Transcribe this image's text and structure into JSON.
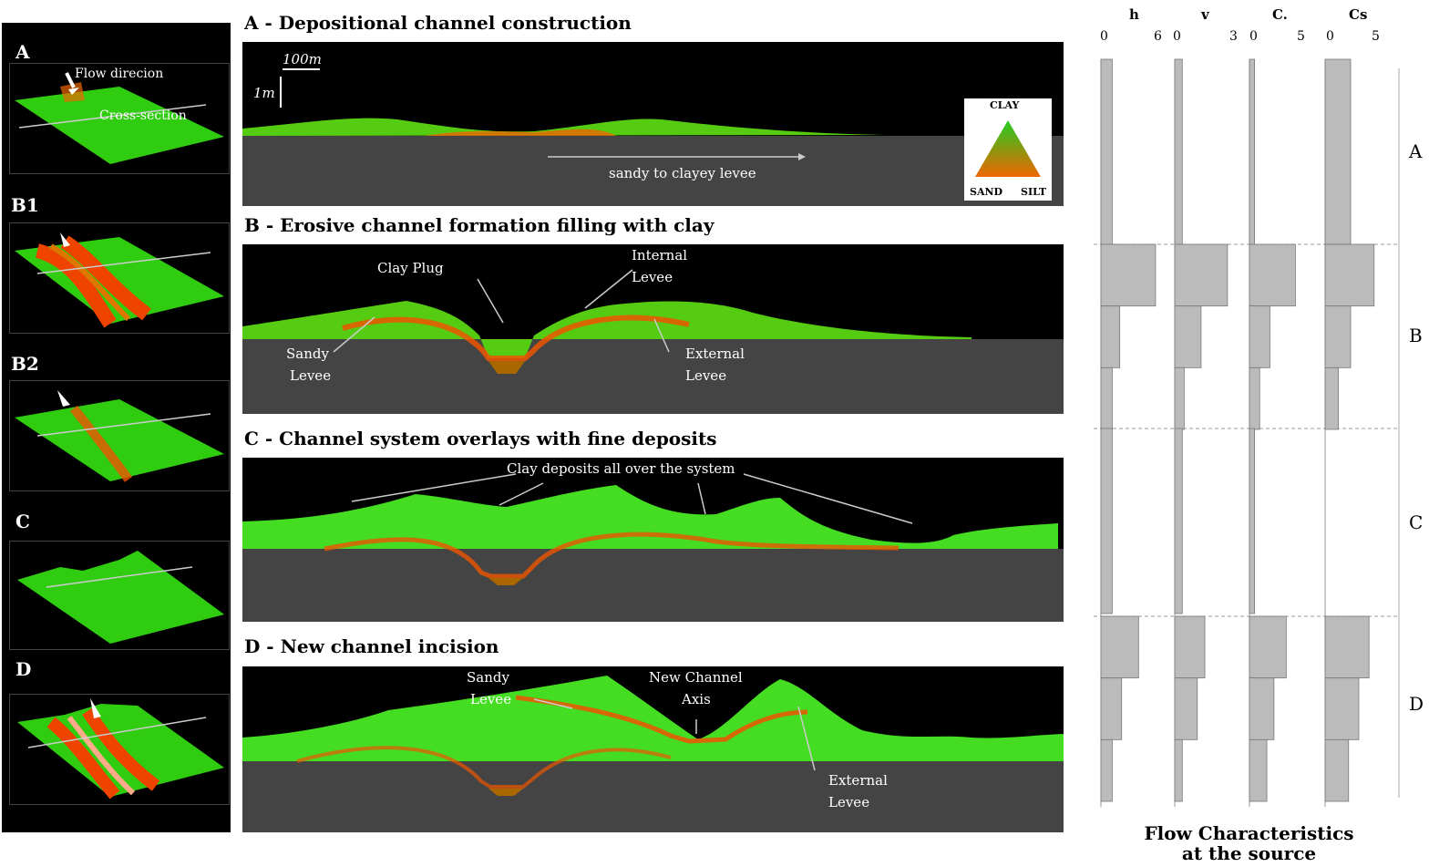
{
  "thumbnails": {
    "labels": [
      "A",
      "B1",
      "B2",
      "C",
      "D"
    ],
    "flow_direction": "Flow direcion",
    "cross_section": "Cross-section"
  },
  "sections": {
    "A": {
      "title": "A - Depositional channel construction",
      "scale_h": "100m",
      "scale_v": "1m",
      "levee_note": "sandy to clayey levee",
      "ternary": {
        "top": "CLAY",
        "left": "SAND",
        "right": "SILT"
      }
    },
    "B": {
      "title": "B - Erosive channel formation filling with clay",
      "clay_plug": "Clay Plug",
      "internal_levee_1": "Internal",
      "internal_levee_2": "Levee",
      "sandy_levee_1": "Sandy",
      "sandy_levee_2": "Levee",
      "external_levee_1": "External",
      "external_levee_2": "Levee"
    },
    "C": {
      "title": "C - Channel system overlays with fine deposits",
      "clay_deposits": "Clay deposits all over the system"
    },
    "D": {
      "title": "D - New channel incision",
      "sandy_levee_1": "Sandy",
      "sandy_levee_2": "Levee",
      "new_axis_1": "New Channel",
      "new_axis_2": "Axis",
      "external_levee_1": "External",
      "external_levee_2": "Levee"
    }
  },
  "flow_chart": {
    "footer_line1": "Flow Characteristics",
    "footer_line2": "at the source",
    "phases": [
      "A",
      "B",
      "C",
      "D"
    ],
    "columns": [
      {
        "name": "h",
        "tick_min": "0",
        "tick_max": "6",
        "max": 6,
        "values": {
          "A": [
            1.2
          ],
          "B": [
            5.8,
            2.0,
            1.2
          ],
          "C": [
            1.2
          ],
          "D": [
            4.0,
            2.2,
            1.2
          ]
        }
      },
      {
        "name": "v",
        "tick_min": "0",
        "tick_max": "3",
        "max": 3,
        "values": {
          "A": [
            0.4
          ],
          "B": [
            2.8,
            1.4,
            0.5
          ],
          "C": [
            0.4
          ],
          "D": [
            1.6,
            1.2,
            0.4
          ]
        }
      },
      {
        "name": "C.",
        "tick_min": "0",
        "tick_max": "5",
        "max": 5,
        "values": {
          "A": [
            0.5
          ],
          "B": [
            4.5,
            2.0,
            1.0
          ],
          "C": [
            0.5
          ],
          "D": [
            3.6,
            2.4,
            1.7
          ]
        }
      },
      {
        "name": "Cs",
        "tick_min": "0",
        "tick_max": "5",
        "max": 5,
        "values": {
          "A": [
            2.5
          ],
          "B": [
            4.8,
            2.5,
            1.3
          ],
          "C": [
            0
          ],
          "D": [
            4.3,
            3.3,
            2.3
          ]
        }
      }
    ]
  },
  "colors": {
    "green": "#22dd00",
    "orange": "#ee5500",
    "gray": "#444444",
    "bar": "#bbbbbb"
  }
}
